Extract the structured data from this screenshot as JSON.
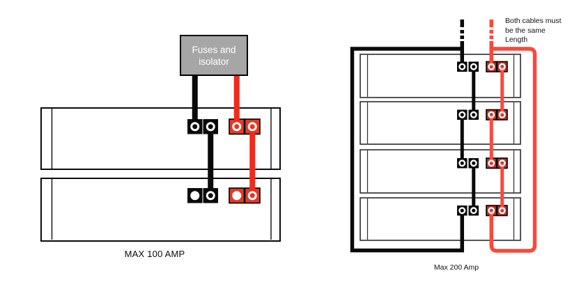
{
  "colors": {
    "black": "#0a0a0a",
    "red_left": "#f02a1c",
    "red_right": "#f9493d",
    "terminal_red_left": "#e23a28",
    "terminal_red_right": "#c03327",
    "box_gray": "#a6a6a6"
  },
  "left_diagram": {
    "fuse_box_label": "Fuses and\nisolator",
    "caption": "MAX 100 AMP",
    "battery_count": 2
  },
  "right_diagram": {
    "note": "Both cables must\nbe the same\nLength",
    "caption": "Max 200 Amp",
    "battery_count": 4
  }
}
